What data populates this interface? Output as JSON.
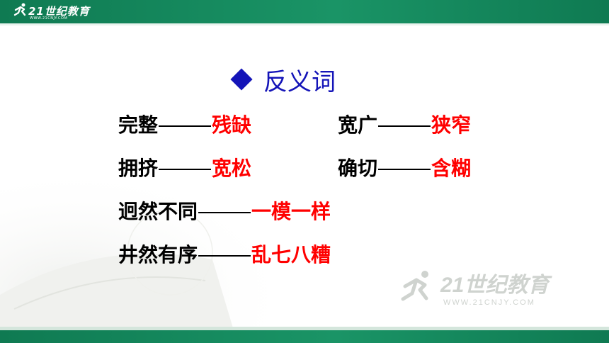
{
  "header": {
    "brand": "21世纪教育",
    "url": "WWW.21CNJY.COM"
  },
  "title": {
    "icon": "diamond-icon",
    "text": "反义词"
  },
  "pairs": [
    {
      "word": "完整",
      "antonym": "残缺"
    },
    {
      "word": "宽广",
      "antonym": "狭窄"
    },
    {
      "word": "拥挤",
      "antonym": "宽松"
    },
    {
      "word": "确切",
      "antonym": "含糊"
    },
    {
      "word": "迥然不同",
      "antonym": "一模一样"
    },
    {
      "word": "井然有序",
      "antonym": "乱七八糟"
    }
  ],
  "watermark": {
    "brand": "21世纪教育",
    "url": "WWW.21CNJY.COM"
  },
  "colors": {
    "header": "#1a9466",
    "title": "#1414b8",
    "antonym": "#ff0000"
  }
}
